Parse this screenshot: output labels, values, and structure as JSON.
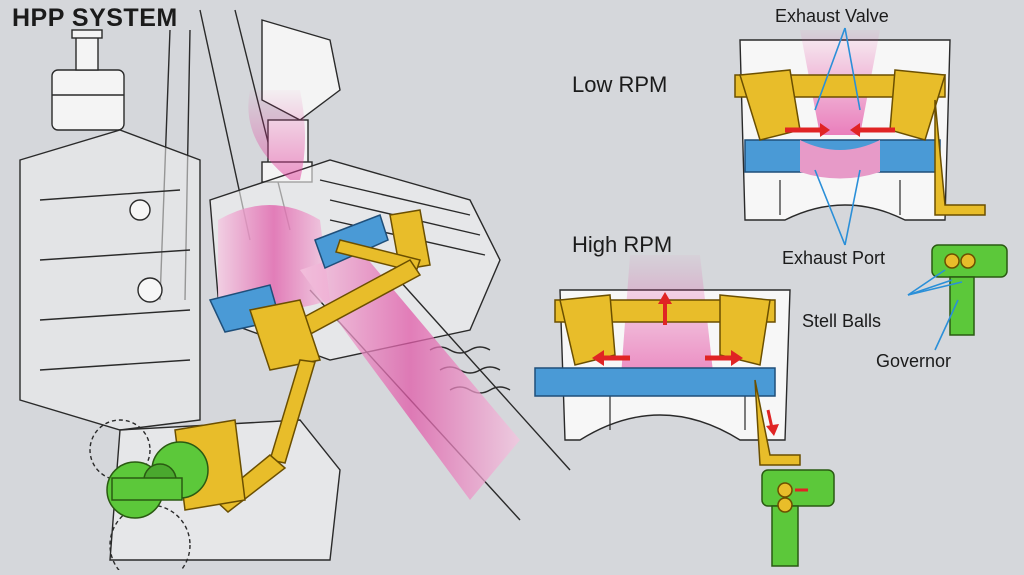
{
  "title": "HPP SYSTEM",
  "labels": {
    "low_rpm": "Low RPM",
    "high_rpm": "High RPM",
    "exhaust_valve": "Exhaust Valve",
    "exhaust_port": "Exhaust Port",
    "steel_balls": "Stell Balls",
    "governor": "Governor"
  },
  "colors": {
    "background": "#d5d7db",
    "linkage": "#e8bd2a",
    "valve_blue": "#4a9ad6",
    "exhaust_pink": "#e23a9a",
    "governor_green": "#5cc83a",
    "arrow_red": "#e02424",
    "leader_blue": "#2a8fd8"
  }
}
